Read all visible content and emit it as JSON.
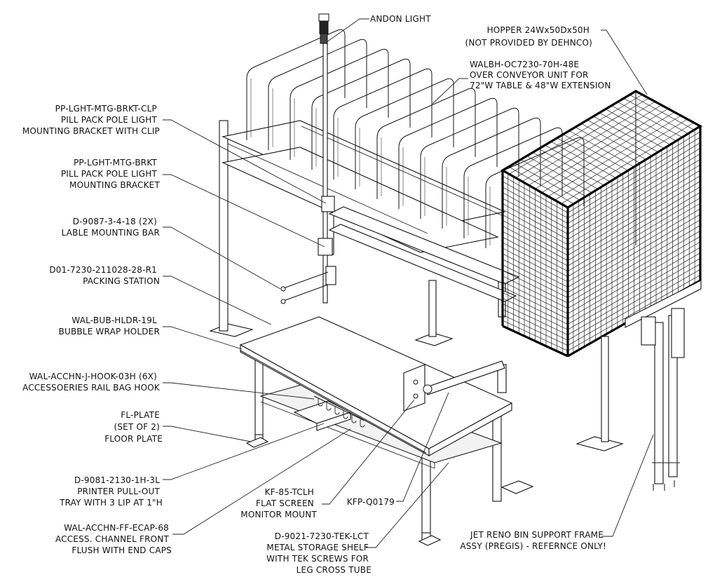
{
  "labels": {
    "andon": [
      "ANDON LIGHT"
    ],
    "hopper": [
      "HOPPER 24Wx50Dx50H",
      "(NOT PROVIDED BY DEHNCO)"
    ],
    "walbh": [
      "WALBH-OC7230-70H-48E",
      "OVER CONVEYOR UNIT FOR",
      "72\"W TABLE & 48\"W EXTENSION"
    ],
    "pp_clip": [
      "PP-LGHT-MTG-BRKT-CLP",
      "PILL PACK POLE LIGHT",
      "MOUNTING BRACKET WITH CLIP"
    ],
    "pp_brkt": [
      "PP-LGHT-MTG-BRKT",
      "PILL PACK POLE LIGHT",
      "MOUNTING BRACKET"
    ],
    "d9087": [
      "D-9087-3-4-18 (2X)",
      "LABLE MOUNTING BAR"
    ],
    "d01": [
      "D01-7230-211028-28-R1",
      "PACKING STATION"
    ],
    "bub": [
      "WAL-BUB-HLDR-19L",
      "BUBBLE WRAP HOLDER"
    ],
    "jhook": [
      "WAL-ACCHN-J-HOOK-03H (6X)",
      "ACCESSOERIES RAIL BAG HOOK"
    ],
    "flplate": [
      "FL-PLATE",
      "(SET OF 2)",
      "FLOOR PLATE"
    ],
    "d9081": [
      "D-9081-2130-1H-3L",
      "PRINTER PULL-OUT",
      "TRAY WITH 3 LIP AT 1\"H"
    ],
    "ecap": [
      "WAL-ACCHN-FF-ECAP-68",
      "ACCESS. CHANNEL FRONT",
      "FLUSH WITH END CAPS"
    ],
    "kf85": [
      "KF-85-TCLH",
      "FLAT SCREEN",
      "MONITOR MOUNT"
    ],
    "kfp": [
      "KFP-Q0179"
    ],
    "d9021": [
      "D-9021-7230-TEK-LCT",
      "METAL STORAGE SHELF",
      "WITH TEK SCREWS FOR",
      "LEG CROSS TUBE"
    ],
    "jet": [
      "JET RENO BIN SUPPORT FRAME",
      "ASSY (PREGIS) - REFERNCE ONLY!"
    ]
  },
  "dividers": 12
}
